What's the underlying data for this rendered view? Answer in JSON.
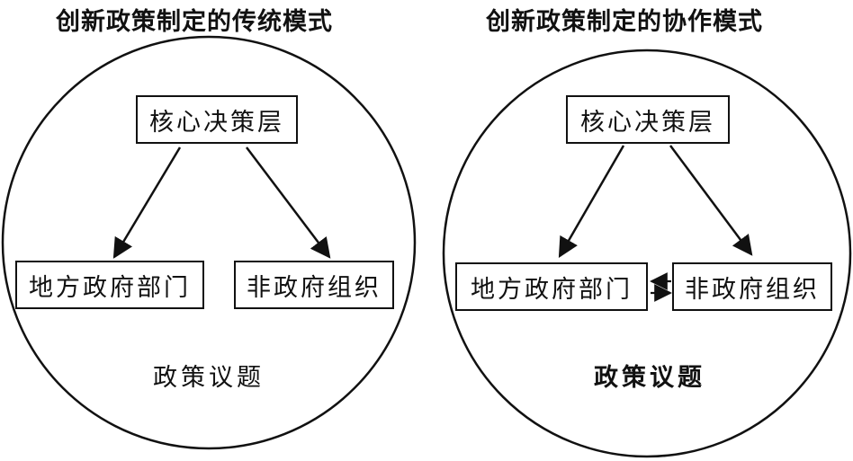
{
  "diagrams": [
    {
      "title": "创新政策制定的传统模式",
      "core": "核心决策层",
      "left_node": "地方政府部门",
      "right_node": "非政府组织",
      "topic": "政策议题",
      "collaboration_arrows": false
    },
    {
      "title": "创新政策制定的协作模式",
      "core": "核心决策层",
      "left_node": "地方政府部门",
      "right_node": "非政府组织",
      "topic": "政策议题",
      "collaboration_arrows": true
    }
  ]
}
